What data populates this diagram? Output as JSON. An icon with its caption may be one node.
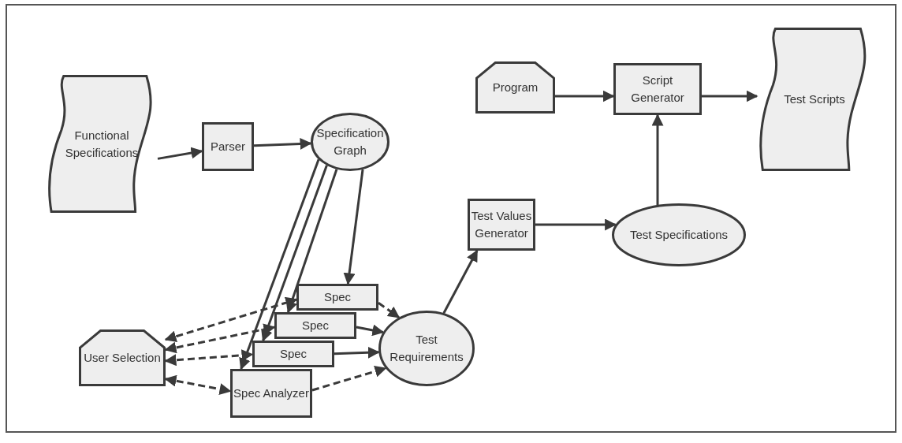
{
  "diagram": {
    "nodes": [
      {
        "text": [
          "Functional Specifications"
        ]
      },
      {
        "text": [
          "Parser"
        ]
      },
      {
        "text": [
          "Specification Graph"
        ]
      },
      {
        "text": [
          "Program"
        ]
      },
      {
        "text": [
          "Script Generator"
        ]
      },
      {
        "text": [
          "Test Scripts"
        ]
      },
      {
        "text": [
          "Test Values Generator"
        ]
      },
      {
        "text": [
          "Test Specifications"
        ]
      },
      {
        "text": [
          "User Selection"
        ]
      },
      {
        "text": [
          "Spec"
        ]
      },
      {
        "text": [
          "Spec"
        ]
      },
      {
        "text": [
          "Spec"
        ]
      },
      {
        "text": [
          "Spec Analyzer"
        ]
      },
      {
        "text": [
          "Test Requirements"
        ]
      }
    ],
    "edges": [
      {
        "from": 0,
        "to": 1,
        "arrow": "to"
      },
      {
        "from": 1,
        "to": 2,
        "arrow": "to"
      },
      {
        "from": 2,
        "to": 9,
        "arrow": "to"
      },
      {
        "from": 2,
        "to": 10,
        "arrow": "to"
      },
      {
        "from": 2,
        "to": 11,
        "arrow": "to"
      },
      {
        "from": 2,
        "to": 12,
        "arrow": "to"
      },
      {
        "from": 3,
        "to": 4,
        "arrow": "to"
      },
      {
        "from": 4,
        "to": 5,
        "arrow": "to"
      },
      {
        "from": 7,
        "to": 4,
        "arrow": "to"
      },
      {
        "from": 6,
        "to": 7,
        "arrow": "to"
      },
      {
        "from": 13,
        "to": 6,
        "arrow": "to"
      },
      {
        "from": 8,
        "to": 9,
        "arrow": "both",
        "style": "dashed"
      },
      {
        "from": 8,
        "to": 10,
        "arrow": "both",
        "style": "dashed"
      },
      {
        "from": 8,
        "to": 11,
        "arrow": "both",
        "style": "dashed"
      },
      {
        "from": 8,
        "to": 12,
        "arrow": "both",
        "style": "dashed"
      },
      {
        "from": 9,
        "to": 13,
        "arrow": "to",
        "style": "dashed"
      },
      {
        "from": 10,
        "to": 13,
        "arrow": "to"
      },
      {
        "from": 11,
        "to": 13,
        "arrow": "to"
      },
      {
        "from": 12,
        "to": 13,
        "arrow": "to",
        "style": "dashed"
      }
    ]
  }
}
